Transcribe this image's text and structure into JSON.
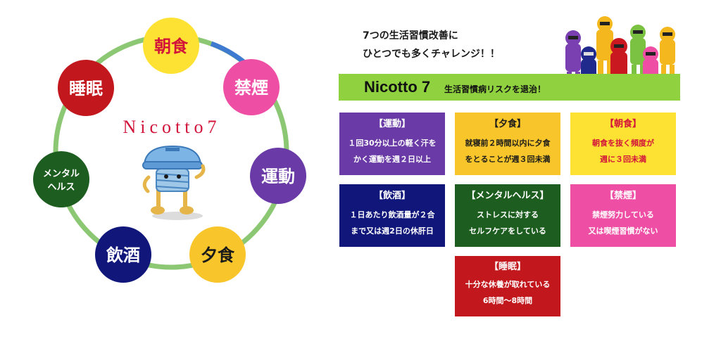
{
  "wheel": {
    "center_title": "Nicotto7",
    "nodes": [
      {
        "key": "breakfast",
        "label": "朝食",
        "color": "#fde233",
        "text_color": "#d2143a"
      },
      {
        "key": "smoking",
        "label": "禁煙",
        "color": "#ee4fa5",
        "text_color": "#ffffff"
      },
      {
        "key": "exercise",
        "label": "運動",
        "color": "#6a3aa6",
        "text_color": "#ffffff"
      },
      {
        "key": "dinner",
        "label": "夕食",
        "color": "#f8c52a",
        "text_color": "#1a1a1a"
      },
      {
        "key": "drinking",
        "label": "飲酒",
        "color": "#10167a",
        "text_color": "#ffffff"
      },
      {
        "key": "mental",
        "label": "メンタル\nヘルス",
        "color": "#1d5e20",
        "text_color": "#ffffff"
      },
      {
        "key": "sleep",
        "label": "睡眠",
        "color": "#c2171d",
        "text_color": "#ffffff"
      }
    ]
  },
  "intro": {
    "line1": "7つの生活習慣改善に",
    "line2": "ひとつでも多くチャレンジ！！"
  },
  "banner": {
    "title": "Nicotto 7",
    "subtitle": "生活習慣病リスクを退治！",
    "color": "#8fd13f"
  },
  "cards": {
    "exercise": {
      "title": "【運動】",
      "line1": "１回30分以上の軽く汗を",
      "line2": "かく運動を週２日以上",
      "bg": "#6a3aa6",
      "fg": "#ffffff"
    },
    "dinner": {
      "title": "【夕食】",
      "line1": "就寝前２時間以内に夕食",
      "line2": "をとることが週３回未満",
      "bg": "#f8c52a",
      "fg": "#1a1a1a"
    },
    "breakfast": {
      "title": "【朝食】",
      "line1": "朝食を抜く頻度が",
      "line2": "週に３回未満",
      "bg": "#fde233",
      "fg": "#d2143a"
    },
    "drinking": {
      "title": "【飲酒】",
      "line1": "１日あたり飲酒量が２合",
      "line2": "まで又は週2日の休肝日",
      "bg": "#10167a",
      "fg": "#ffffff"
    },
    "mental": {
      "title": "【メンタルヘルス】",
      "line1": "ストレスに対する",
      "line2": "セルフケアをしている",
      "bg": "#1d5e20",
      "fg": "#ffffff"
    },
    "smoking": {
      "title": "【禁煙】",
      "line1": "禁煙努力している",
      "line2": "又は喫煙習慣がない",
      "bg": "#ee4fa5",
      "fg": "#ffffff"
    },
    "sleep": {
      "title": "【睡眠】",
      "line1": "十分な休養が取れている",
      "line2": "6時間～8時間",
      "bg": "#c2171d",
      "fg": "#ffffff"
    }
  }
}
